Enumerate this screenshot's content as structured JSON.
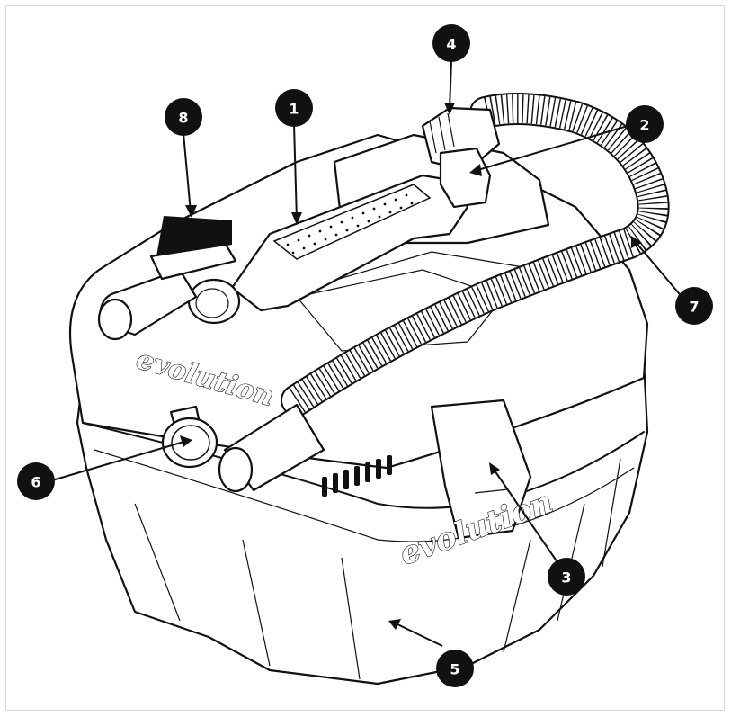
{
  "brand": {
    "logo_text": "evolution"
  },
  "callouts": [
    {
      "num": "1",
      "color": "#111111"
    },
    {
      "num": "2",
      "color": "#111111"
    },
    {
      "num": "3",
      "color": "#111111"
    },
    {
      "num": "4",
      "color": "#111111"
    },
    {
      "num": "5",
      "color": "#111111"
    },
    {
      "num": "6",
      "color": "#111111"
    },
    {
      "num": "7",
      "color": "#111111"
    },
    {
      "num": "8",
      "color": "#111111"
    }
  ]
}
